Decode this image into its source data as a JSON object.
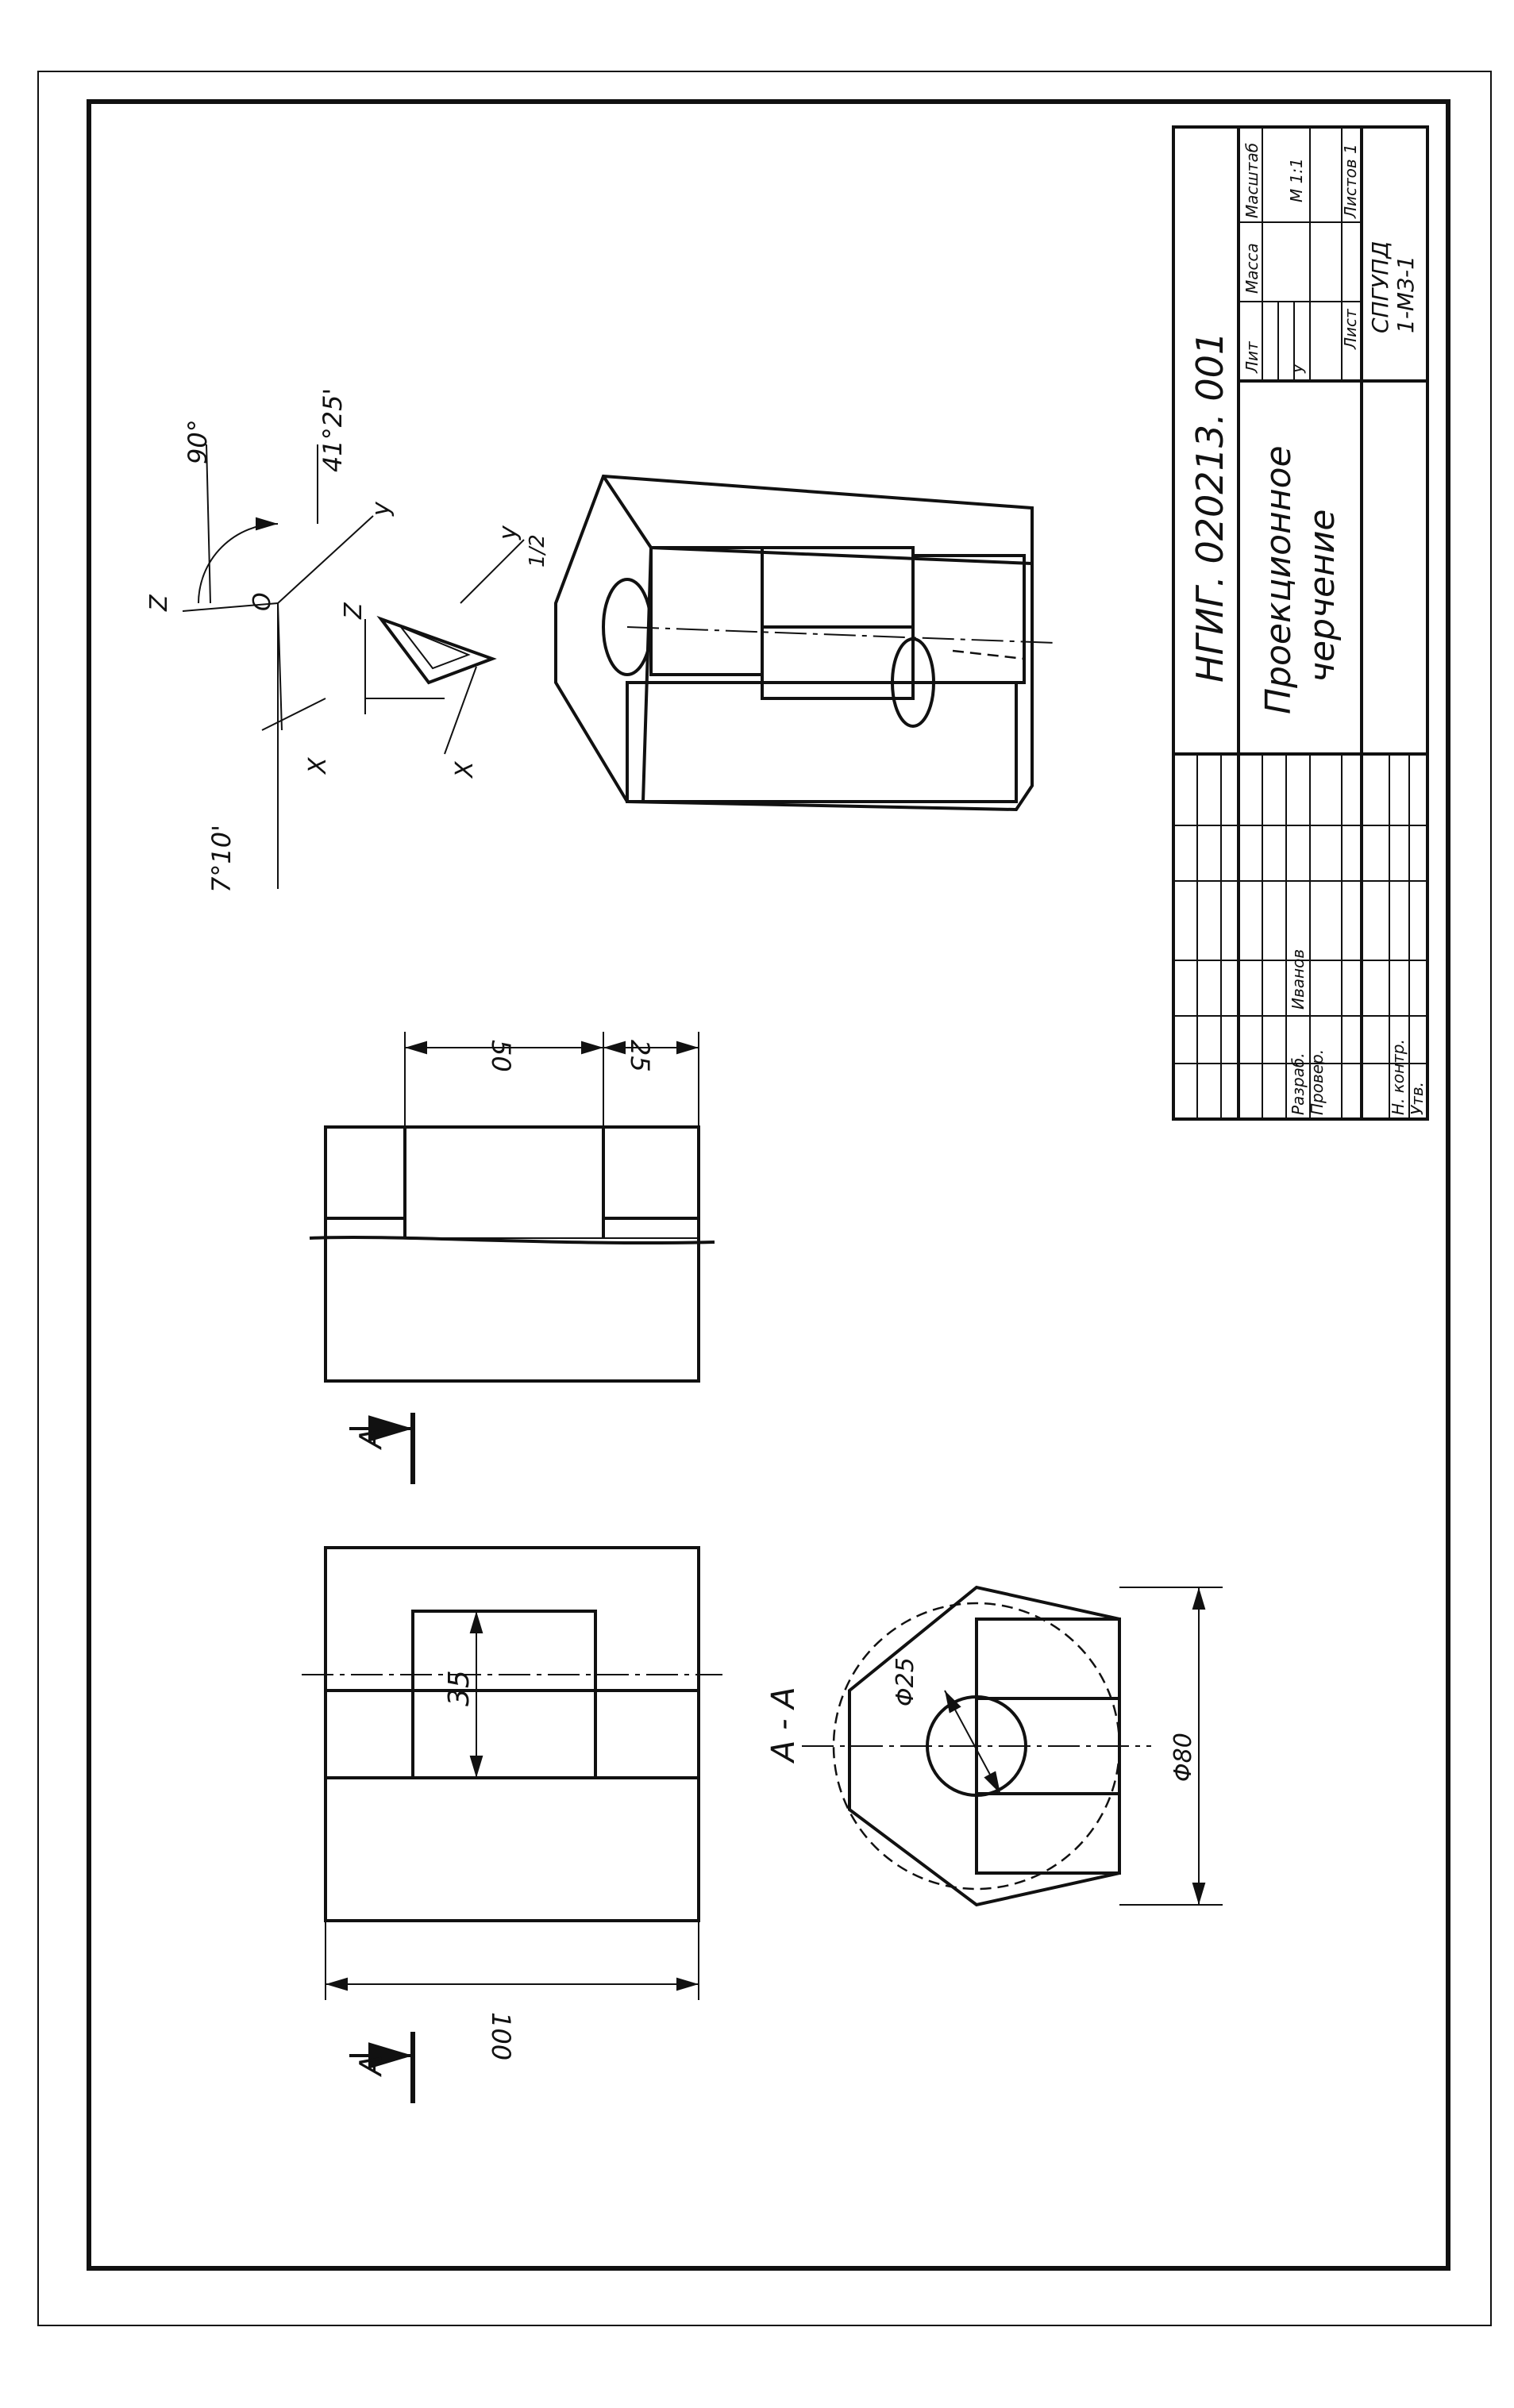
{
  "title_block": {
    "doc_code": "НГИГ. 020213. 001",
    "title_line1": "Проекционное",
    "title_line2": "черчение",
    "col_lit": "Лит",
    "col_mass": "Масса",
    "col_scale": "Масштаб",
    "lit_value": "у",
    "scale_value": "М 1:1",
    "sheet_label": "Лист",
    "sheets_label": "Листов 1",
    "org_line1": "СПГУПД",
    "org_line2": "1-МЗ-1",
    "role_dev": "Разраб.",
    "role_check": "Провер.",
    "name_dev": "Иванов",
    "role_ncontr": "Н. контр.",
    "role_approve": "Утв."
  },
  "dimensions": {
    "front_width": "100",
    "front_slot": "35",
    "side_slot": "50",
    "side_step": "25",
    "hole_dia": "Φ25",
    "hex_dia": "Φ80"
  },
  "section": {
    "label": "А - А",
    "cut_mark_left": "А",
    "cut_mark_right": "А"
  },
  "axes": {
    "angle_90": "90°",
    "angle_41": "41°25'",
    "angle_7": "7°10'",
    "axis_z": "Z",
    "axis_y": "y",
    "axis_x": "X",
    "origin": "О",
    "ratio": "1/2"
  }
}
